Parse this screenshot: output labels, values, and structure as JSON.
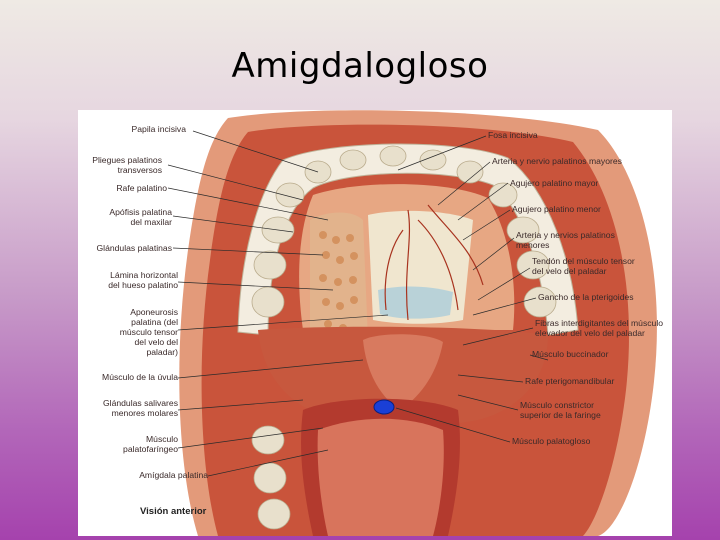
{
  "slide": {
    "title": "Amigdalogloso"
  },
  "figure": {
    "caption": "Visión anterior",
    "labels_left": [
      "Papila incisiva",
      "Pliegues palatinos\ntransversos",
      "Rafe palatino",
      "Apófisis palatina\ndel maxilar",
      "Glándulas palatinas",
      "Lámina horizontal\ndel hueso palatino",
      "Aponeurosis\npalatina (del\nmúsculo tensor\ndel velo del\npaladar)",
      "Músculo de la úvula",
      "Glándulas salivares\nmenores molares",
      "Músculo\npalatofaríngeo",
      "Amígdala palatina"
    ],
    "labels_right": [
      "Fosa incisiva",
      "Arteria y nervio palatinos mayores",
      "Agujero palatino mayor",
      "Agujero palatino menor",
      "Arteria y nervios palatinos\nmenores",
      "Tendón del músculo tensor\ndel velo del paladar",
      "Gancho de la pterigoides",
      "Fibras interdigitantes del músculo\nelevador del velo del paladar",
      "Músculo buccinador",
      "Rafe pterigomandibular",
      "Músculo constrictor\nsuperior de la faringe",
      "Músculo palatogloso"
    ],
    "marker_color": "#1a3fd6"
  }
}
